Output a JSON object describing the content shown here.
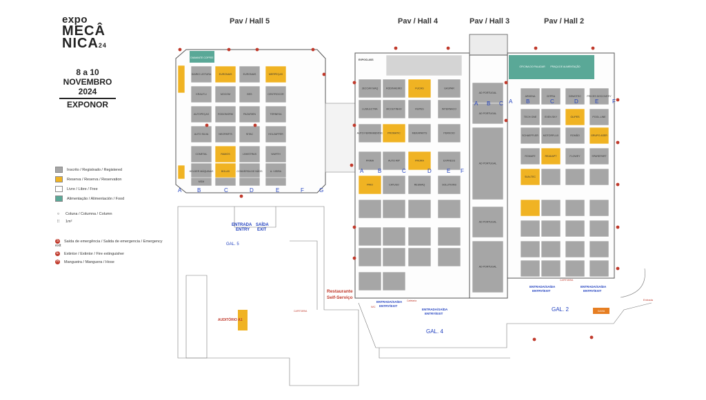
{
  "branding": {
    "word1": "expo",
    "word2": "MECÂ",
    "word3": "NICA",
    "year": "24",
    "dates": "8 a 10",
    "month": "NOVEMBRO",
    "year_full": "2024",
    "venue": "EXPONOR"
  },
  "halls": [
    "Pav / Hall 5",
    "Pav / Hall 4",
    "Pav / Hall 3",
    "Pav / Hall 2"
  ],
  "legend": {
    "status": [
      {
        "label": "Inscrito / Registrado / Registered",
        "color": "#a6a6a6"
      },
      {
        "label": "Reserva / Reserva / Reservation",
        "color": "#f0b323"
      },
      {
        "label": "Livre / Libre / Free",
        "color": "#ffffff"
      },
      {
        "label": "Alimentação / Alimentación / Food",
        "color": "#5aa897"
      }
    ],
    "structure": [
      {
        "symbol": "○",
        "label": "Coluna / Columna / Column"
      },
      {
        "symbol": "⁝⁝",
        "label": "1m²"
      }
    ],
    "safety": [
      {
        "symbol": "S",
        "label": "Saída de emergência / Salida de emergencia / Emergency exit"
      },
      {
        "symbol": "E",
        "label": "Extintor / Extintor / Fire extinguisher"
      },
      {
        "symbol": "H",
        "label": "Mangueira / Manguera / Hose"
      }
    ]
  },
  "row_letters": {
    "hall5": [
      "A",
      "B",
      "C",
      "D",
      "E",
      "F",
      "G"
    ],
    "hall4": [
      "A",
      "B",
      "C",
      "D",
      "E",
      "F"
    ],
    "hall3": [
      "A",
      "B",
      "C"
    ],
    "hall2": [
      "A",
      "B",
      "C",
      "D",
      "E",
      "F"
    ]
  },
  "hall5_stands": [
    "DIARIO LEITURA",
    "EURONAIS",
    "EURONAIS",
    "MERPEÇAS",
    "KRAUTLI",
    "MOCOM",
    "BSS",
    "CENTROCOR",
    "AUTOPEÇAS",
    "RODONORM",
    "PAZURIEN",
    "TERNESA",
    "AUTO SILVA",
    "NEOPARTS",
    "SITAC",
    "HOLZAFFER",
    "COMETAL",
    "RAMOS",
    "LINKSTRAS",
    "WURTH",
    "HELDER MÁQUINAS",
    "BOLAS",
    "CONVERSA DE NÃOS",
    "A. VIEIRA",
    "MSM"
  ],
  "hall4_stands": [
    "JECCAR MAQ",
    "RODINHEIRO",
    "FUCHS",
    "GASPAR",
    "LUSILECTRA",
    "MCOUTINHO",
    "RUPES",
    "INTERNACO",
    "AUTO FERRAMENTAS",
    "PROMATIC",
    "MEKAPARTS",
    "PERKOIO",
    "PRIMA",
    "AUTO RIP",
    "PRORA",
    "EXPRESS",
    "PRIO",
    "CATUSO",
    "RESMAQ",
    "SOLUTIONS"
  ],
  "hall3_stands": [
    "AD PORTUGAL",
    "AD PORTUGAL",
    "AD PORTUGAL",
    "AD PORTUGAL",
    "AD PORTUGAL"
  ],
  "hall2_stands": [
    "ARKENA",
    "CEPRA",
    "DEMOTEC",
    "PRICES DISCOVERY",
    "TECH ONE",
    "EXEN SKY",
    "OLIPES",
    "POOL-LINE",
    "SCHAEFFLER",
    "MOTORFLUX",
    "ROMÃO",
    "GRUPO ASER",
    "ROMAFE",
    "READAPT",
    "FLOWEY",
    "SPAREPART",
    "SUN-TEC"
  ],
  "labels": {
    "entrada_5": "ENTRADA",
    "entry_5": "ENTRY",
    "saida_5": "SAÍDA",
    "exit_5": "EXIT",
    "gal5": "GAL. 5",
    "restaurante": "Restaurante",
    "selfservice": "Self-Serviço",
    "auditorio": "AUDITÓRIO A1",
    "cafetaria": "CAFETARIA",
    "gal4": "GAL. 4",
    "gal2": "GAL. 2",
    "entry_exit_a": "ENTRADA/SAÍDA",
    "entry_exit_b": "ENTRY/EXIT",
    "cafetaria2": "Cafetaria",
    "cafetaria3": "CAFETARIA",
    "oficina": "OFICINA DO PALADAR",
    "praca": "PRAÇA DE ALIMENTAÇÃO",
    "caixa": "CAIXA",
    "wc": "WC",
    "entrada_right": "Entrada",
    "diamante": "DIAMANTE COFFEE",
    "expoclass": "EXPOCLASS"
  }
}
